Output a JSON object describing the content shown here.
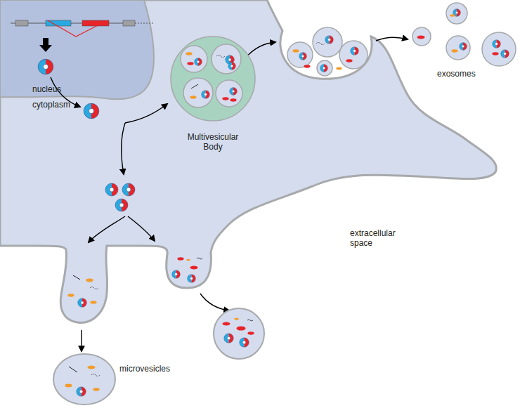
{
  "diagram": {
    "nodes": [
      {
        "text": [
          "Multivesicular Body"
        ]
      }
    ],
    "labels": [
      "nucleus",
      "cytoplasm",
      "exosomes",
      "extracellular space",
      "microvesicles"
    ]
  }
}
